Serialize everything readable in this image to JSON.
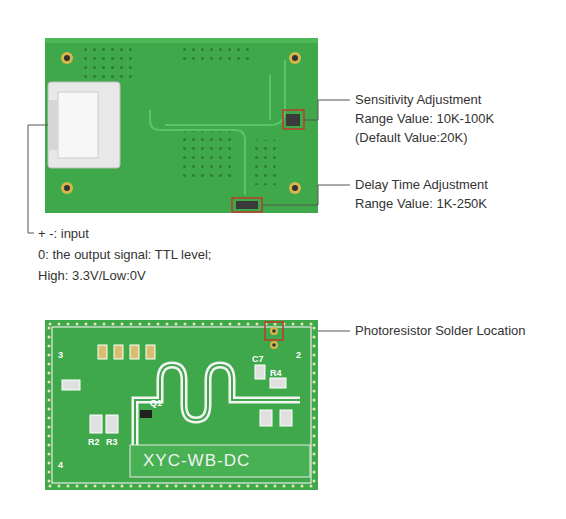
{
  "diagram": {
    "labels": [
      "Sensitivity Adjustment",
      "Range Value: 10K-100K",
      "(Default Value:20K)",
      "Delay Time Adjustment",
      "Range Value: 1K-250K",
      "+ -: input",
      "0: the output signal: TTL level;",
      "High: 3.3V/Low:0V",
      "Photoresistor Solder Location",
      "XYC-WB-DC",
      "Q1",
      "R2",
      "R3",
      "R4",
      "C7",
      "3",
      "2",
      "4"
    ]
  }
}
